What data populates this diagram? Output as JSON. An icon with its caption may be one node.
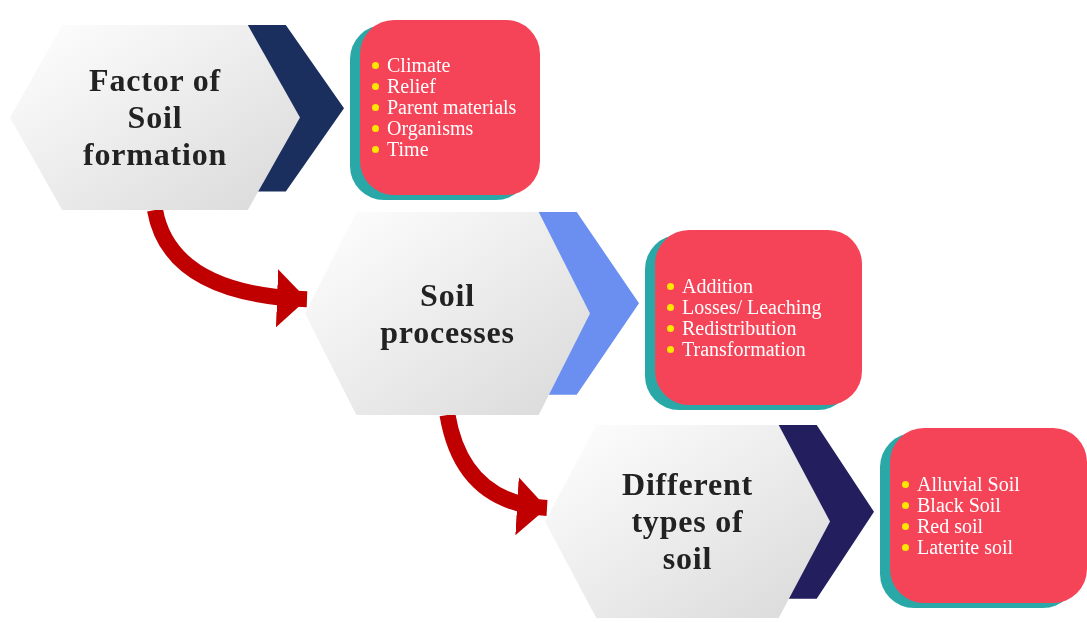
{
  "diagram": {
    "nodes": [
      {
        "text": [
          "Factor of Soil formation"
        ]
      },
      {
        "text": [
          "Climate",
          "Relief",
          "Parent materials",
          "Organisms",
          "Time"
        ]
      },
      {
        "text": [
          "Soil processes"
        ]
      },
      {
        "text": [
          "Addition",
          "Losses/ Leaching",
          "Redistribution",
          "Transformation"
        ]
      },
      {
        "text": [
          "Different types of soil"
        ]
      },
      {
        "text": [
          "Alluvial Soil",
          "Black Soil",
          "Red soil",
          "Laterite soil"
        ]
      }
    ],
    "edges": [
      {
        "from": 0,
        "to": 1,
        "arrow": "to",
        "color": "#1b2f5e"
      },
      {
        "from": 0,
        "to": 2,
        "arrow": "to",
        "color": "#c00000"
      },
      {
        "from": 2,
        "to": 3,
        "arrow": "to",
        "color": "#6a8ff0"
      },
      {
        "from": 2,
        "to": 4,
        "arrow": "to",
        "color": "#c00000"
      },
      {
        "from": 4,
        "to": 5,
        "arrow": "to",
        "color": "#231f5e"
      }
    ]
  }
}
